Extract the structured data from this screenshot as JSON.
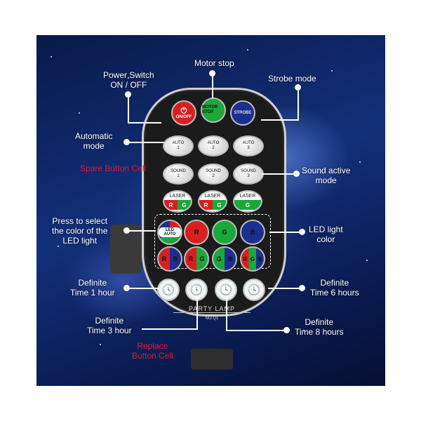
{
  "annotations": {
    "power_switch": [
      "Power Switch",
      "ON / OFF"
    ],
    "motor_stop": "Motor stop",
    "strobe_mode": "Strobe mode",
    "automatic_mode": [
      "Automatic",
      "mode"
    ],
    "spare_button_cell": "Spare Button Cell",
    "sound_active_mode": [
      "Sound active",
      "mode"
    ],
    "press_to_select": [
      "Press to select",
      "the color of the",
      "LED light"
    ],
    "led_light_color": [
      "LED light",
      "color"
    ],
    "definite_1_hour": [
      "Definite",
      "Time 1 hour"
    ],
    "definite_6_hours": [
      "Definite",
      "Time 6 hours"
    ],
    "definite_3_hour": [
      "Definite",
      "Time 3 hour"
    ],
    "definite_8_hours": [
      "Definite",
      "Time 8 hours"
    ],
    "replace_button_cell": [
      "Replace",
      "Button Cell"
    ]
  },
  "remote": {
    "top_buttons": [
      "ON/OFF",
      "MOTOR STOP",
      "STROBE"
    ],
    "auto_buttons": [
      [
        "AUTO",
        "1"
      ],
      [
        "AUTO",
        "2"
      ],
      [
        "AUTO",
        "3"
      ]
    ],
    "sound_buttons": [
      [
        "SOUND",
        "1"
      ],
      [
        "SOUND",
        "2"
      ],
      [
        "SOUND",
        "3"
      ]
    ],
    "laser_buttons": [
      {
        "label": "LASER",
        "left": "R",
        "right": "G"
      },
      {
        "label": "LASER",
        "left": "R",
        "right": "G"
      },
      {
        "label": "LASER",
        "left": "",
        "right": "G"
      }
    ],
    "color_row1": [
      "LED AUTO",
      "R",
      "G",
      "B"
    ],
    "color_row2": [
      {
        "left": "R",
        "right": "B"
      },
      {
        "left": "R",
        "right": "G"
      },
      {
        "left": "G",
        "right": "B"
      },
      {
        "left": "R",
        "mid": "G",
        "right": "B"
      }
    ],
    "timer_icon": "clock-icon",
    "brand": "PARTY LAMP",
    "model": "NO.Q1"
  },
  "colors": {
    "red": "#d62020",
    "green": "#1aa83a",
    "blue": "#1c2f8f",
    "accent_red_text": "#d9202a"
  }
}
